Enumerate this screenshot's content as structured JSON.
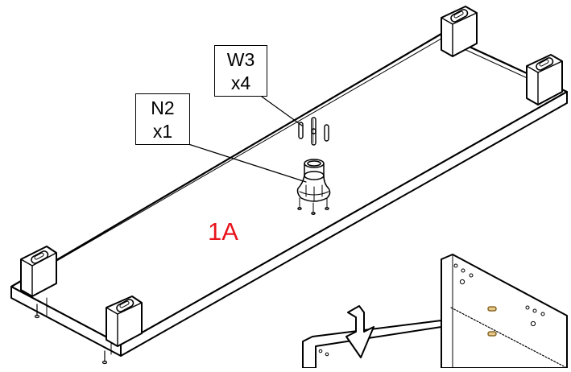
{
  "diagram": {
    "step_label": "1A",
    "step_label_color": "#e8141c",
    "callouts": [
      {
        "code": "W3",
        "quantity": "x4",
        "part": "pin-dowel"
      },
      {
        "code": "N2",
        "quantity": "x1",
        "part": "leveling-foot"
      }
    ]
  }
}
